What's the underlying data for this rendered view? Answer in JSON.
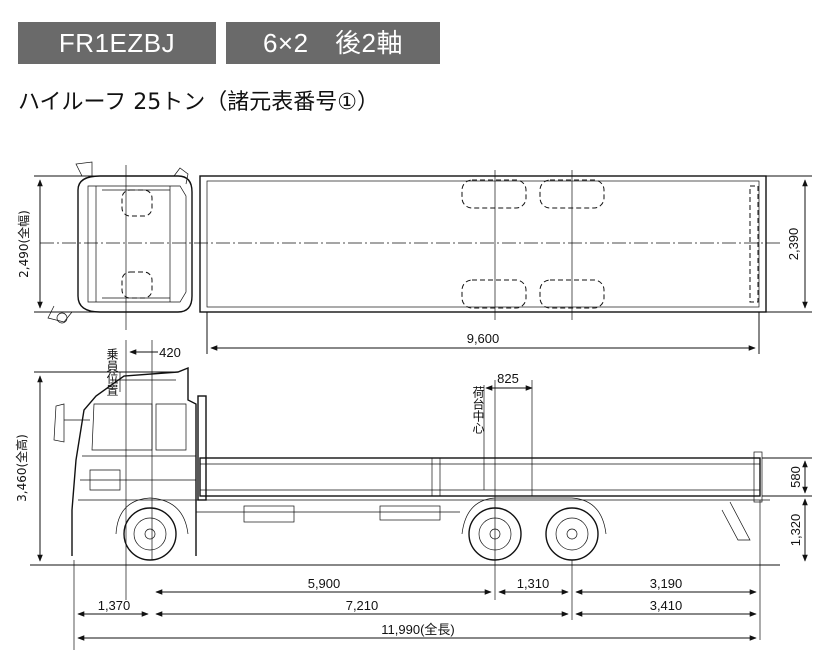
{
  "header": {
    "model_code": "FR1EZBJ",
    "config": "6×2　後2軸",
    "subtitle": "ハイルーフ 25トン（諸元表番号①）"
  },
  "top_view": {
    "width_label": "2,490(全幅)",
    "body_width": "2,390",
    "body_length": "9,600"
  },
  "side_view": {
    "seat_label": "乗員位置",
    "seat_offset": "420",
    "load_center_label": "荷台中心",
    "load_center_offset": "825",
    "height_label": "3,460(全高)",
    "gate_height": "580",
    "deck_height": "1,320",
    "dim_5900": "5,900",
    "dim_1310": "1,310",
    "dim_3190": "3,190",
    "dim_1370": "1,370",
    "dim_7210": "7,210",
    "dim_3410": "3,410",
    "overall_length": "11,990(全長)"
  }
}
